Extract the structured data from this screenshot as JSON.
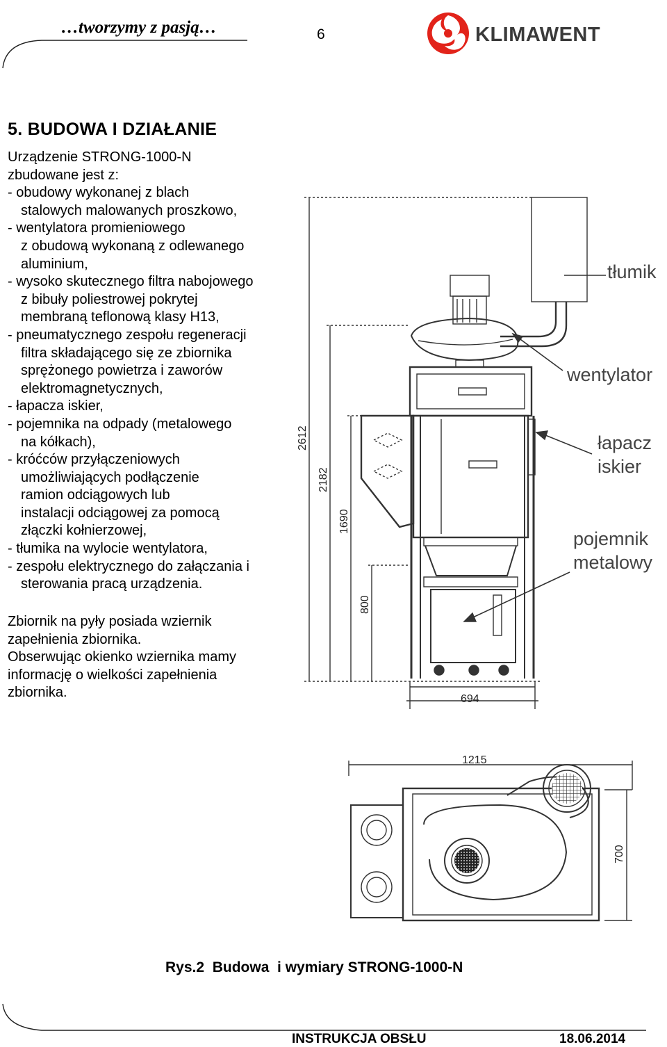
{
  "header": {
    "slogan": "…tworzymy z pasją…",
    "page_number": "6",
    "brand": "KLIMAWENT"
  },
  "section": {
    "title": "5. BUDOWA I DZIAŁANIE"
  },
  "body_lines": [
    {
      "text": "Urządzenie STRONG-1000-N",
      "indent": false
    },
    {
      "text": "zbudowane jest z:",
      "indent": false
    },
    {
      "text": "-  obudowy wykonanej z blach",
      "indent": false
    },
    {
      "text": "stalowych malowanych proszkowo,",
      "indent": true
    },
    {
      "text": "-  wentylatora promieniowego",
      "indent": false
    },
    {
      "text": "z obudową wykonaną z odlewanego",
      "indent": true
    },
    {
      "text": "aluminium,",
      "indent": true
    },
    {
      "text": "-  wysoko skutecznego filtra nabojowego",
      "indent": false
    },
    {
      "text": "z bibuły poliestrowej pokrytej",
      "indent": true
    },
    {
      "text": "membraną teflonową  klasy H13,",
      "indent": true
    },
    {
      "text": "-  pneumatycznego zespołu regeneracji",
      "indent": false
    },
    {
      "text": "filtra składającego się ze zbiornika",
      "indent": true
    },
    {
      "text": "sprężonego powietrza i zaworów",
      "indent": true
    },
    {
      "text": "elektromagnetycznych,",
      "indent": true
    },
    {
      "text": "-  łapacza iskier,",
      "indent": false
    },
    {
      "text": "-  pojemnika na odpady (metalowego",
      "indent": false
    },
    {
      "text": "na kółkach),",
      "indent": true
    },
    {
      "text": "-  króćców przyłączeniowych",
      "indent": false
    },
    {
      "text": "umożliwiających podłączenie",
      "indent": true
    },
    {
      "text": "ramion odciągowych lub",
      "indent": true
    },
    {
      "text": "instalacji odciągowej za pomocą",
      "indent": true
    },
    {
      "text": "złączki kołnierzowej,",
      "indent": true
    },
    {
      "text": "-  tłumika na wylocie wentylatora,",
      "indent": false
    },
    {
      "text": "-  zespołu elektrycznego do załączania i",
      "indent": false
    },
    {
      "text": "sterowania pracą urządzenia.",
      "indent": true
    }
  ],
  "paragraph2": [
    "Zbiornik na pyły posiada wziernik",
    "zapełnienia zbiornika.",
    "Obserwując okienko wziernika mamy",
    "informację o wielkości zapełnienia",
    "zbiornika."
  ],
  "diagram": {
    "labels": {
      "silencer": "tłumik",
      "fan": "wentylator",
      "spark_catcher_1": "łapacz",
      "spark_catcher_2": "iskier",
      "container_1": "pojemnik",
      "container_2": "metalowy"
    },
    "dimensions": {
      "h_total": "2612",
      "h_2": "2182",
      "h_3": "1690",
      "h_4": "800",
      "width": "694"
    }
  },
  "top_view": {
    "dimensions": {
      "width": "1215",
      "depth": "700"
    }
  },
  "caption": "Rys.2  Budowa  i wymiary STRONG-1000-N",
  "footer": {
    "left": "INSTRUKCJA OBSŁU",
    "right": "18.06.2014"
  },
  "colors": {
    "brand_red": "#e2231a",
    "brand_dark": "#3a3a3a"
  }
}
